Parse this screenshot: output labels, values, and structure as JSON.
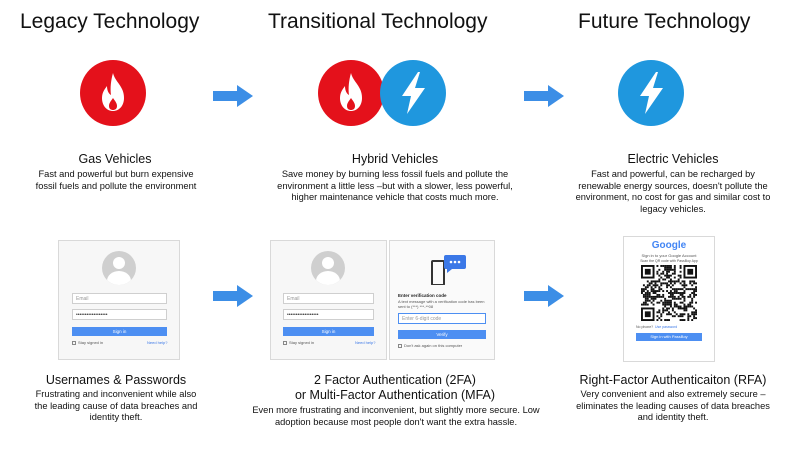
{
  "headings": {
    "legacy": "Legacy Technology",
    "transitional": "Transitional Technology",
    "future": "Future Technology"
  },
  "vehicles": {
    "gas": {
      "title": "Gas Vehicles",
      "desc": "Fast and powerful but burn expensive fossil fuels and pollute the environment"
    },
    "hybrid": {
      "title": "Hybrid Vehicles",
      "desc": "Save money by burning less fossil fuels and pollute the environment a little less –but with a slower, less powerful, higher maintenance vehicle that costs much more."
    },
    "electric": {
      "title": "Electric Vehicles",
      "desc": "Fast and powerful, can be recharged by renewable energy sources, doesn't pollute the environment, no cost for gas and similar cost to legacy vehicles."
    }
  },
  "auth": {
    "passwords": {
      "title": "Usernames & Passwords",
      "desc": "Frustrating and inconvenient while also the leading cause of data breaches and identity theft."
    },
    "mfa": {
      "title_line1": "2 Factor Authentication (2FA)",
      "title_line2": "or Multi-Factor Authentication (MFA)",
      "desc": "Even more frustrating and inconvenient, but slightly more secure. Low adoption because most people don't want the extra hassle."
    },
    "rfa": {
      "title": "Right-Factor Authenticaiton (RFA)",
      "desc": "Very convenient and also extremely secure – eliminates the leading causes of data breaches and identity theft."
    }
  },
  "login_mock": {
    "email_placeholder": "Email",
    "password_value": "••••••••••••••••••",
    "sign_in": "Sign in",
    "stay_signed_in": "Stay signed in",
    "need_help": "Need help?"
  },
  "verify_mock": {
    "title": "Enter verification code",
    "text": "A text message with a verification code has been sent to (***) ***-**08",
    "input_placeholder": "Enter 6-digit code",
    "verify": "Verify",
    "dont_ask": "Don't ask again on this computer"
  },
  "google_mock": {
    "logo": "Google",
    "signin_text": "Sign in to your Google Account",
    "scan_text": "Scan the QR code with PassBoy App",
    "no_phone": "No phone?",
    "use_password": "Use password",
    "button": "Sign in with PassBoy"
  },
  "colors": {
    "fire_red": "#e4111b",
    "bolt_blue": "#1f97de",
    "arrow_blue": "#3c8ee6",
    "button_blue": "#4d8ff2"
  },
  "icons": [
    "fire-icon",
    "lightning-bolt-icon",
    "arrow-right-icon",
    "avatar-icon",
    "chat-bubble-icon",
    "qr-code-icon"
  ]
}
